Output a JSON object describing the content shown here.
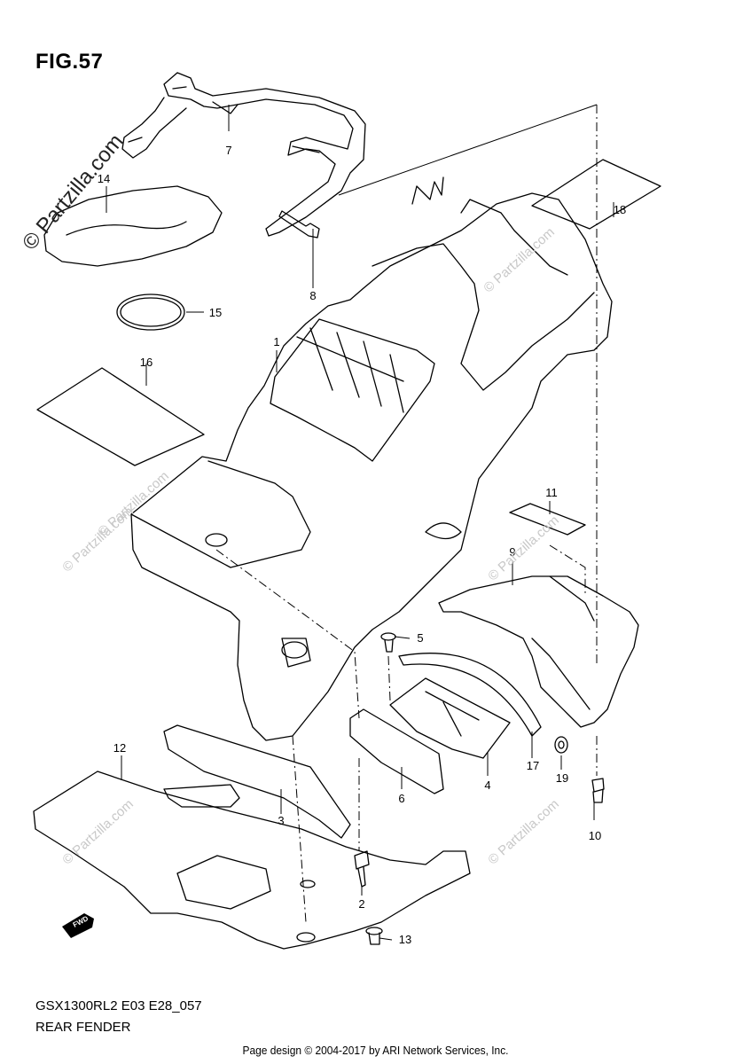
{
  "figure": {
    "title": "FIG.57"
  },
  "callouts": [
    {
      "id": "p1",
      "label": "1"
    },
    {
      "id": "p2",
      "label": "2"
    },
    {
      "id": "p3",
      "label": "3"
    },
    {
      "id": "p4",
      "label": "4"
    },
    {
      "id": "p5",
      "label": "5"
    },
    {
      "id": "p6",
      "label": "6"
    },
    {
      "id": "p7",
      "label": "7"
    },
    {
      "id": "p8",
      "label": "8"
    },
    {
      "id": "p9",
      "label": "9"
    },
    {
      "id": "p10",
      "label": "10"
    },
    {
      "id": "p11",
      "label": "11"
    },
    {
      "id": "p12",
      "label": "12"
    },
    {
      "id": "p13",
      "label": "13"
    },
    {
      "id": "p14",
      "label": "14"
    },
    {
      "id": "p15",
      "label": "15"
    },
    {
      "id": "p16",
      "label": "16"
    },
    {
      "id": "p17",
      "label": "17"
    },
    {
      "id": "p18",
      "label": "18"
    },
    {
      "id": "p19",
      "label": "19"
    }
  ],
  "fwd_label": "FWD",
  "model_code": "GSX1300RL2 E03 E28_057",
  "section_name": "REAR FENDER",
  "footer": "Page design © 2004-2017 by ARI Network Services, Inc.",
  "watermark": "© Partzilla.com",
  "colors": {
    "line": "#000000",
    "watermark": "#c8c8c8",
    "background": "#ffffff"
  }
}
